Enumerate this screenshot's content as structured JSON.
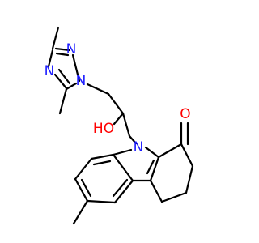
{
  "molecule": {
    "atoms": [
      {
        "id": "N1",
        "element": "N",
        "label": "N",
        "color": "#1a1aff"
      },
      {
        "id": "N2",
        "element": "N",
        "label": "N",
        "color": "#1a1aff"
      },
      {
        "id": "N4",
        "element": "N",
        "label": "N",
        "color": "#1a1aff"
      },
      {
        "id": "O_oh",
        "element": "O",
        "label": "HO",
        "color": "#ff0000"
      },
      {
        "id": "N9",
        "element": "N",
        "label": "N",
        "color": "#1a1aff"
      },
      {
        "id": "O_ketone",
        "element": "O",
        "label": "O",
        "color": "#ff0000"
      }
    ]
  }
}
